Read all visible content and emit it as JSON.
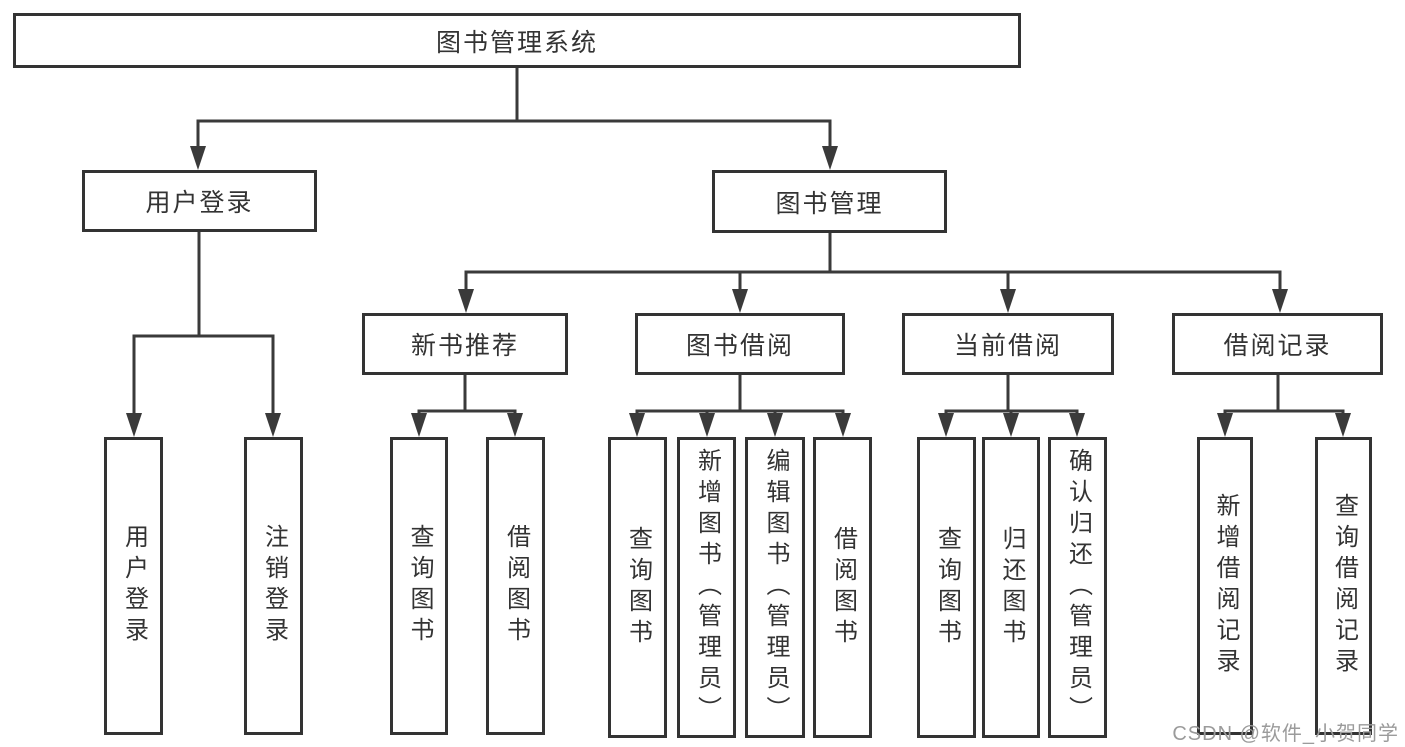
{
  "tree": {
    "root": "图书管理系统",
    "branches": [
      {
        "label": "用户登录",
        "children": [
          "用户登录",
          "注销登录"
        ]
      },
      {
        "label": "图书管理",
        "groups": [
          {
            "label": "新书推荐",
            "children": [
              "查询图书",
              "借阅图书"
            ]
          },
          {
            "label": "图书借阅",
            "children": [
              "查询图书",
              "新增图书（管理员）",
              "编辑图书（管理员）",
              "借阅图书"
            ]
          },
          {
            "label": "当前借阅",
            "children": [
              "查询图书",
              "归还图书",
              "确认归还（管理员）"
            ]
          },
          {
            "label": "借阅记录",
            "children": [
              "新增借阅记录",
              "查询借阅记录"
            ]
          }
        ]
      }
    ]
  },
  "watermark": "CSDN @软件_小贺同学",
  "colors": {
    "line": "#3a3a3a",
    "box_border": "#333333",
    "text": "#333333",
    "watermark": "#9b9b9b",
    "background": "#ffffff"
  }
}
